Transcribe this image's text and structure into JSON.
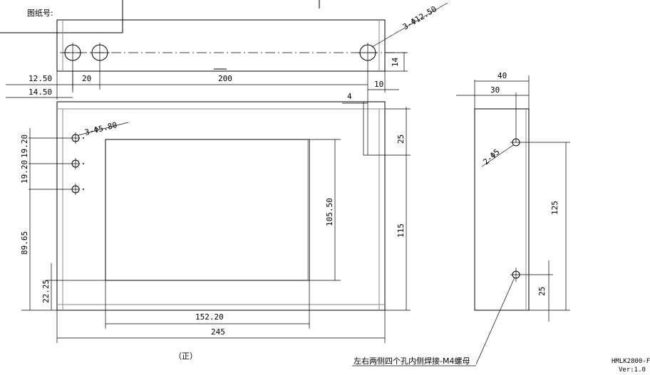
{
  "title_box": {
    "text": "图纸号:"
  },
  "hole_callouts": {
    "big": "3-Φ12.50",
    "small": "3-Φ5.80",
    "side": "2-Φ5"
  },
  "dims": {
    "d12_50": "12.50",
    "d20": "20",
    "d200": "200",
    "d14_50": "14.50",
    "d4": "4",
    "d10": "10",
    "d14": "14",
    "d19_20a": "19.20",
    "d19_20b": "19.20",
    "d89_65": "89.65",
    "d22_25": "22.25",
    "d105_50": "105.50",
    "d25a": "25",
    "d115": "115",
    "d152_20": "152.20",
    "d245": "245",
    "d40": "40",
    "d30": "30",
    "d125": "125",
    "d25b": "25"
  },
  "view_label": "（正）",
  "note": "左右两侧四个孔内侧焊接-M4螺母",
  "model": "HMLK2800-F",
  "version": "Ver:1.0"
}
